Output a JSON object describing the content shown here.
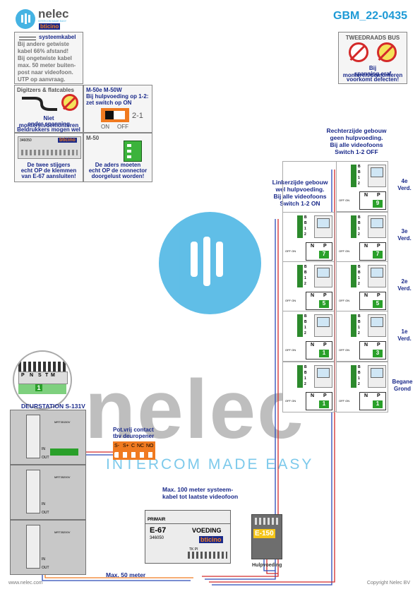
{
  "header": {
    "logo_name": "nelec",
    "logo_tagline": "INTERCOM MADE EASY",
    "logo_sub": "bticino",
    "code": "GBM_22-0435"
  },
  "colors": {
    "brand_blue": "#1a2a8a",
    "title_cyan": "#1e9ad6",
    "watermark_cyan": "#45b3e3",
    "watermark_grey": "#8a8a8a",
    "wire_red": "#d42a2a",
    "wire_blue": "#2a4ab8",
    "terminal_green": "#2aa02a",
    "orange": "#f07a20"
  },
  "notes": {
    "cable": {
      "title": "systeemkabel",
      "lines": [
        "Bij andere getwiste",
        "kabel 66% afstand!",
        "Bij ongetwiste kabel",
        "max. 50 meter buiten-",
        "post naar videofoon.",
        "UTP op aanvraag."
      ]
    },
    "digitizers": {
      "title": "Digitzers & flatcables",
      "caption": [
        "Niet monteren/demonteren",
        "onder spanning",
        "Beldrukkers mogen wel"
      ]
    },
    "m50e": {
      "title": [
        "M-50e  M-50W",
        "Bij hulpvoeding op 1-2:",
        "zet switch op ON"
      ],
      "switch_label": "2-1",
      "on": "ON",
      "off": "OFF"
    },
    "module": {
      "code": "346050",
      "brand": "bticino",
      "caption": [
        "De twee stijgers",
        "echt OP de klemmen",
        "van E-67 aansluiten!"
      ]
    },
    "m50": {
      "title": "M-50",
      "caption": [
        "De aders moeten",
        "echt OP de connector",
        "doorgelust worden!"
      ]
    },
    "bus": {
      "title": "TWEEDRAADS BUS",
      "caption": [
        "Bij monteren/demonteren",
        "spanning eraf",
        "voorkomt defecten!"
      ]
    }
  },
  "annotations": {
    "right_building": [
      "Rechterzijde gebouw",
      "geen hulpvoeding.",
      "Bij alle videofoons",
      "Switch 1-2 OFF"
    ],
    "left_building": [
      "Linkerzijde gebouw",
      "wel hulpvoeding.",
      "Bij alle videofoons",
      "Switch 1-2 ON"
    ],
    "door_station": "DEURSTATION S-131V",
    "contact": [
      "Pot.vrij contact",
      "tbv deuropener"
    ],
    "contact_terms": [
      "S-",
      "S+",
      "C",
      "NC",
      "NO"
    ],
    "max100": [
      "Max. 100 meter systeem-",
      "kabel tot laatste videofoon"
    ],
    "max50": "Max. 50 meter",
    "hulpvoeding": "Hulpvoeding",
    "keypad_labels": [
      "P",
      "N",
      "S",
      "T",
      "M"
    ],
    "keypad_num": "1"
  },
  "floors": [
    {
      "label": [
        "4e",
        "Verd."
      ]
    },
    {
      "label": [
        "3e",
        "Verd."
      ]
    },
    {
      "label": [
        "2e",
        "Verd."
      ]
    },
    {
      "label": [
        "1e",
        "Verd."
      ]
    },
    {
      "label": [
        "Begane",
        "Grond"
      ]
    }
  ],
  "videophones": {
    "np_n": "N",
    "np_p": "P",
    "offon": "OFF ON",
    "terms": [
      "B",
      "B",
      "1",
      "2"
    ],
    "left_numbers": [
      "7",
      "5",
      "1",
      "1"
    ],
    "right_numbers": [
      "9",
      "7",
      "5",
      "3",
      "1"
    ]
  },
  "supply": {
    "primair": "PRIMAIR",
    "model": "E-67",
    "label": "VOEDING",
    "code": "346050",
    "brand": "bticino",
    "terms": "TK  PI"
  },
  "aux": {
    "model": "E-150"
  },
  "watermark": {
    "text": "nelec",
    "tagline": "INTERCOM MADE EASY"
  },
  "footer": {
    "url": "www.nelec.com",
    "copyright": "Copyright Nelec BV"
  },
  "door_modules": {
    "code1": "MRT35150V",
    "code2": "MRT35200V",
    "code3": "MRT35200V",
    "in": "IN",
    "out": "OUT"
  }
}
